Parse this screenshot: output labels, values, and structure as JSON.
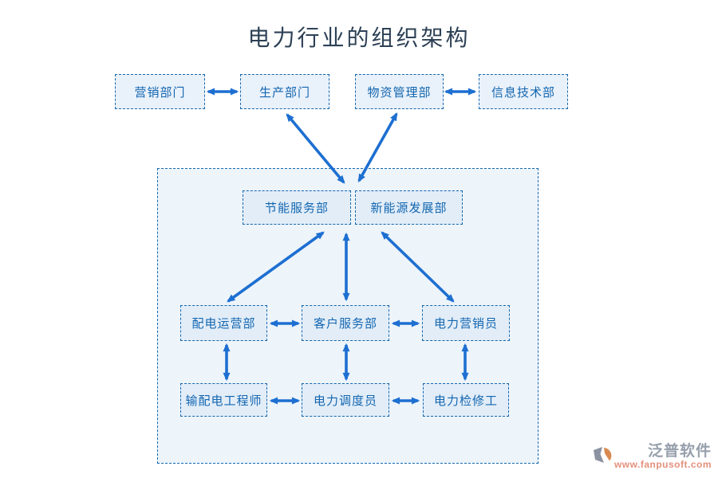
{
  "title": "电力行业的组织架构",
  "colors": {
    "arrow": "#1d6fd1",
    "dashed_border": "#1467ae",
    "outer_box_fill": "#e9f1fa",
    "inner_box_fill": "#e2edf8",
    "container_fill": "#edf4fa",
    "node_text": "#1366b0",
    "title_text": "#2d4156",
    "brand_text": "#979fac",
    "url_text": "#e4907c"
  },
  "top_row": [
    {
      "label": "营销部门"
    },
    {
      "label": "生产部门"
    },
    {
      "label": "物资管理部"
    },
    {
      "label": "信息技术部"
    }
  ],
  "inner": {
    "level1": [
      {
        "label": "节能服务部"
      },
      {
        "label": "新能源发展部"
      }
    ],
    "level2": [
      {
        "label": "配电运营部"
      },
      {
        "label": "客户服务部"
      },
      {
        "label": "电力营销员"
      }
    ],
    "level3": [
      {
        "label": "输配电工程师"
      },
      {
        "label": "电力调度员"
      },
      {
        "label": "电力检修工"
      }
    ]
  },
  "watermark": {
    "brand": "泛普软件",
    "url": "www.fanpusoft.com"
  }
}
